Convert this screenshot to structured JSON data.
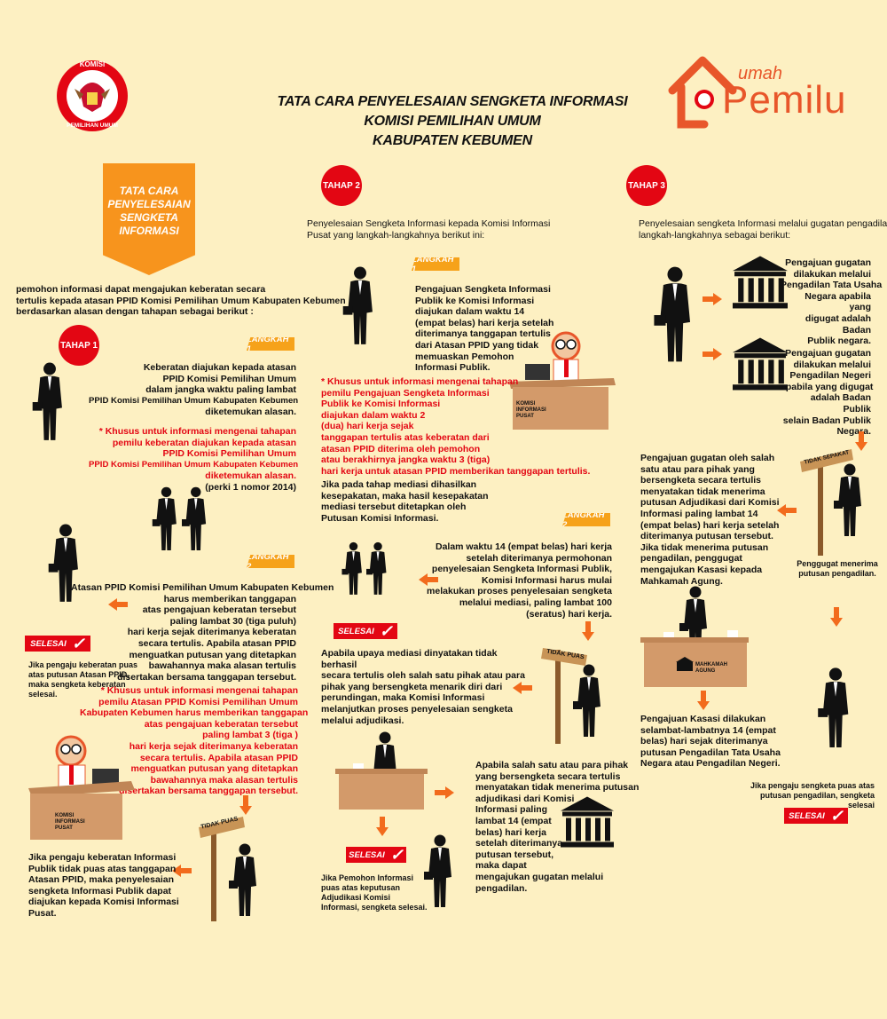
{
  "header": {
    "title_lines": [
      "TATA CARA PENYELESAIAN SENGKETA INFORMASI",
      "KOMISI PEMILIHAN UMUM",
      "KABUPATEN KEBUMEN"
    ],
    "kpu_logo_top": "KOMISI",
    "kpu_logo_bottom": "PEMILIHAN UMUM",
    "rumah_top": "umah",
    "rumah_main": "Pemilu"
  },
  "banner": {
    "lines": [
      "TATA CARA",
      "PENYELESAIAN",
      "SENGKETA",
      "INFORMASI"
    ]
  },
  "intro": [
    "pemohon informasi dapat mengajukan keberatan secara",
    "tertulis kepada atasan PPID Komisi Pemilihan Umum Kabupaten Kebumen",
    "berdasarkan alasan dengan tahapan sebagai berikut :"
  ],
  "tahap1": {
    "label": "TAHAP 1",
    "langkah1": {
      "label": "LANGKAH 1",
      "text": [
        "Keberatan diajukan kepada atasan",
        "PPID Komisi Pemilihan Umum",
        "dalam jangka waktu paling lambat",
        "PPID Komisi Pemilihan Umum Kabupaten Kebumen",
        "diketemukan alasan."
      ],
      "note": [
        "* Khusus untuk informasi mengenai tahapan",
        "pemilu keberatan diajukan kepada atasan",
        "PPID Komisi Pemilihan Umum",
        "PPID Komisi Pemilihan Umum Kabupaten Kebumen",
        "diketemukan alasan."
      ],
      "ref": "(perki 1 nomor 2014)"
    },
    "langkah2": {
      "label": "LANGKAH 2",
      "text": [
        "Atasan PPID Komisi Pemilihan Umum Kabupaten Kebumen",
        "harus memberikan tanggapan",
        "atas pengajuan keberatan tersebut",
        "paling lambat 30 (tiga puluh)",
        "hari kerja sejak diterimanya keberatan",
        "secara tertulis. Apabila atasan PPID",
        "menguatkan putusan yang ditetapkan",
        "bawahannya maka alasan tertulis",
        "disertakan bersama tanggapan tersebut."
      ],
      "note": [
        "* Khusus untuk informasi mengenai tahapan",
        "pemilu Atasan PPID Komisi Pemilihan Umum",
        "Kabupaten Kebumen harus memberikan tanggapan",
        "atas pengajuan keberatan tersebut",
        "paling lambat 3 (tiga )",
        "hari kerja sejak diterimanya keberatan",
        "secara tertulis. Apabila atasan PPID",
        "menguatkan putusan yang ditetapkan",
        "bawahannya maka alasan tertulis",
        "disertakan bersama tanggapan tersebut."
      ]
    },
    "selesai": "SELESAI",
    "selesai_text": [
      "Jika pengaju keberatan puas",
      "atas putusan Atasan PPID,",
      "maka sengketa keberatan",
      "selesai."
    ],
    "desk_label": [
      "KOMISI",
      "INFORMASI",
      "PUSAT"
    ],
    "sign": "TIDAK PUAS",
    "final_text": [
      "Jika pengaju keberatan Informasi",
      "Publik tidak puas atas tanggapan",
      "Atasan PPID, maka penyelesaian",
      "sengketa Informasi Publik dapat",
      "diajukan kepada Komisi Informasi",
      "Pusat."
    ]
  },
  "tahap2": {
    "label": "TAHAP 2",
    "intro": [
      "Penyelesaian Sengketa Informasi kepada Komisi Informasi",
      "Pusat yang langkah-langkahnya berikut ini:"
    ],
    "langkah1": {
      "label": "LANGKAH 1",
      "text": [
        "Pengajuan Sengketa Informasi",
        "Publik ke Komisi  Informasi",
        "diajukan dalam waktu 14",
        "(empat belas) hari kerja setelah",
        "diterimanya tanggapan tertulis",
        "dari Atasan PPID yang tidak",
        "memuaskan Pemohon",
        "Informasi Publik."
      ],
      "note": [
        "* Khusus untuk informasi mengenai tahapan",
        "pemilu Pengajuan Sengketa Informasi",
        "Publik ke Komisi  Informasi",
        "diajukan dalam waktu 2",
        "(dua) hari kerja sejak",
        "tanggapan tertulis atas keberatan dari",
        "atasan PPID diterima oleh pemohon",
        "atau berakhirnya jangka waktu 3 (tiga)",
        "hari kerja untuk atasan PPID memberikan tanggapan tertulis."
      ],
      "desk_label": [
        "KOMISI",
        "INFORMASI",
        "PUSAT"
      ]
    },
    "mediasi_text": [
      "Jika pada tahap mediasi dihasilkan",
      "kesepakatan, maka hasil kesepakatan",
      "mediasi tersebut ditetapkan oleh",
      "Putusan Komisi Informasi."
    ],
    "langkah2": {
      "label": "LANGKAH 2",
      "text": [
        "Dalam waktu 14 (empat belas) hari kerja",
        "setelah diterimanya permohonan",
        "penyelesaian Sengketa Informasi Publik,",
        "Komisi Informasi harus mulai",
        "melakukan proses penyelesaian sengketa",
        "melalui mediasi,  paling lambat 100",
        "(seratus) hari kerja."
      ]
    },
    "selesai": "SELESAI",
    "sign": "TIDAK PUAS",
    "adjudikasi_text": [
      "Apabila upaya mediasi dinyatakan tidak berhasil",
      "secara tertulis oleh salah satu pihak atau para",
      "pihak yang bersengketa menarik diri dari",
      "perundingan, maka Komisi Informasi",
      "melanjutkan proses penyelesaian sengketa",
      "melalui adjudikasi."
    ],
    "gugatan_text": [
      "Apabila salah satu atau para pihak",
      "yang bersengketa secara tertulis",
      "menyatakan tidak menerima putusan",
      "adjudikasi dari Komisi",
      "Informasi paling",
      "lambat 14 (empat",
      "belas) hari kerja",
      "setelah diterimanya",
      "putusan tersebut,",
      "maka dapat",
      "mengajukan gugatan melalui",
      "pengadilan."
    ],
    "selesai2": "SELESAI",
    "selesai2_text": [
      "Jika Pemohon Informasi",
      "puas atas keputusan",
      "Adjudikasi Komisi",
      "Informasi, sengketa selesai."
    ]
  },
  "tahap3": {
    "label": "TAHAP 3",
    "intro": [
      "Penyelesaian sengketa Informasi melalui gugatan pengadilan,",
      "langkah-langkahnya sebagai berikut:"
    ],
    "court1_text": [
      "Pengajuan gugatan",
      "dilakukan melalui",
      "Pengadilan Tata Usaha",
      "Negara apabila yang",
      "digugat adalah Badan",
      "Publik negara."
    ],
    "court2_text": [
      "Pengajuan gugatan",
      "dilakukan melalui",
      "Pengadilan Negeri",
      "apabila yang digugat",
      "adalah Badan Publik",
      "selain Badan Publik",
      "Negara."
    ],
    "sign": "TIDAK SEPAKAT",
    "kasasi_text": [
      "Pengajuan gugatan oleh salah",
      "satu atau para pihak yang",
      "bersengketa secara tertulis",
      "menyatakan tidak menerima",
      "putusan Adjudikasi dari Komisi",
      "Informasi paling lambat 14",
      "(empat belas) hari kerja setelah",
      "diterimanya putusan tersebut.",
      "Jika tidak menerima putusan",
      "pengadilan, penggugat",
      "mengajukan Kasasi kepada",
      "Mahkamah Agung."
    ],
    "penggugat_text": [
      "Penggugat menerima",
      "putusan pengadilan."
    ],
    "ma_label": [
      "MAHKAMAH",
      "AGUNG"
    ],
    "kasasi2_text": [
      "Pengajuan Kasasi dilakukan",
      "selambat-lambatnya 14 (empat",
      "belas) hari sejak diterimanya",
      "putusan Pengadilan Tata Usaha",
      "Negara atau Pengadilan Negeri."
    ],
    "puas_text": [
      "Jika pengaju sengketa puas atas",
      "putusan pengadilan, sengketa",
      "selesai"
    ],
    "selesai": "SELESAI"
  },
  "colors": {
    "background": "#fdf0c2",
    "red": "#e30613",
    "orange": "#f6a21a",
    "banner": "#f7941d",
    "arrow": "#f26b1d",
    "desk": "#d39a6a"
  }
}
